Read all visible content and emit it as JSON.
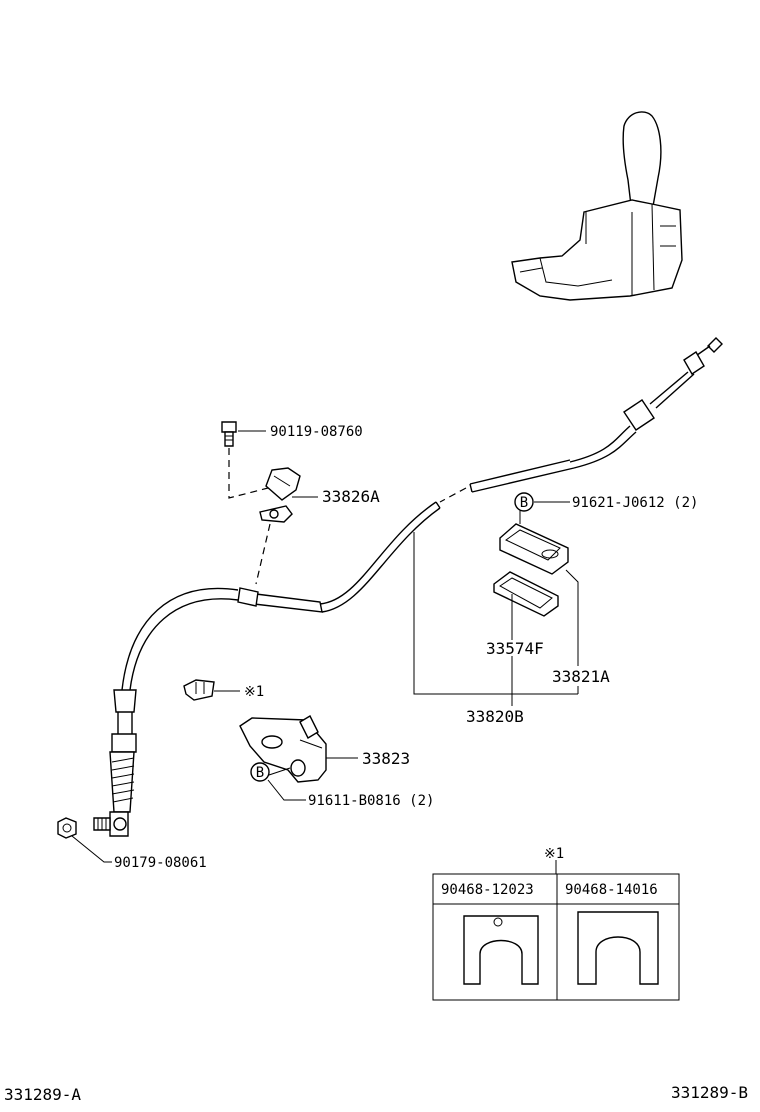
{
  "diagram": {
    "parts": {
      "bolt_top": "90119-08760",
      "bracket_clip": "33826A",
      "bolt_b_right": "91621-J0612 (2)",
      "retainer_inner": "33574F",
      "retainer_outer": "33821A",
      "cable_assembly": "33820B",
      "clip_note": "※1",
      "bracket": "33823",
      "bolt_b_lower": "91611-B0816 (2)",
      "nut": "90179-08061"
    },
    "callout_marker": "B",
    "table": {
      "ref": "※1",
      "columns": [
        "90468-12023",
        "90468-14016"
      ]
    },
    "footer": {
      "left_code": "331289-A",
      "right_code": "331289-B"
    }
  }
}
